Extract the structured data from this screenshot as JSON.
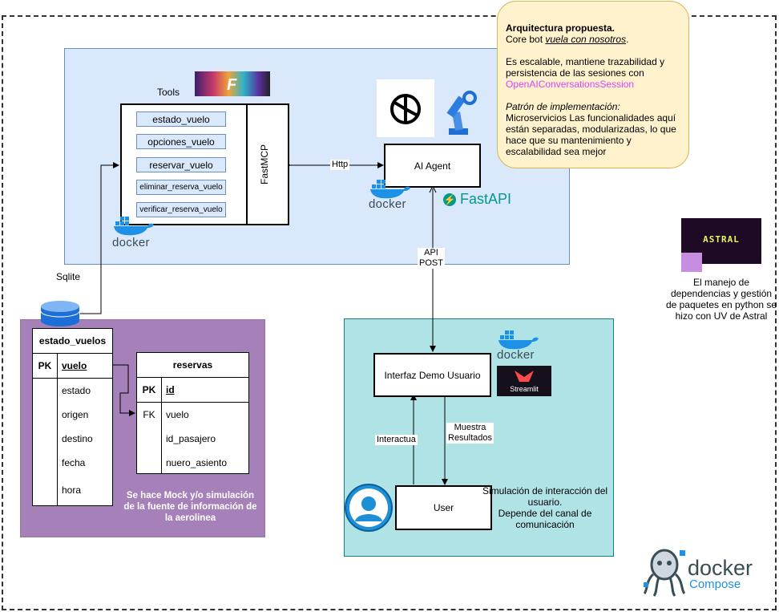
{
  "note": {
    "title": "Arquitectura propuesta.",
    "line1_prefix": "Core bot ",
    "line1_em": "vuela con nosotros",
    "line1_suffix": ".",
    "para2": "Es escalable, mantiene trazabilidad y persistencia de las sesiones con ",
    "para2_link": "OpenAIConversationsSession",
    "para3_em": "Patrón de implementación:",
    "para3_rest": " Microservicios Las funcionalidades aquí están separadas, modularizadas, lo que hace que su mantenimiento y escalabilidad sea mejor"
  },
  "tools": {
    "label": "Tools",
    "items": [
      "estado_vuelo",
      "opciones_vuelo",
      "reservar_vuelo",
      "eliminar_reserva_vuelo",
      "verificar_reserva_vuelo"
    ],
    "server_label": "FastMCP"
  },
  "agent": {
    "label": "AI Agent",
    "framework": "FastAPI"
  },
  "edges": {
    "http": "Http",
    "api_post": "API\nPOST",
    "sqlite": "Sqlite",
    "interactua": "Interactua",
    "muestra": "Muestra\nResultados"
  },
  "docker_word": "docker",
  "db": {
    "estado_vuelos": {
      "title": "estado_vuelos",
      "pk_key": "PK",
      "pk_field": "vuelo",
      "fields": [
        "estado",
        "origen",
        "destino",
        "fecha",
        "hora"
      ]
    },
    "reservas": {
      "title": "reservas",
      "pk_key": "PK",
      "pk_field": "id",
      "fk_key": "FK",
      "fields": [
        "vuelo",
        "id_pasajero",
        "nuero_asiento"
      ]
    },
    "mock_text": "Se hace Mock y/o simulación de la fuente de información de la aerolinea"
  },
  "frontend": {
    "interface_label": "Interfaz Demo Usuario",
    "streamlit": "Streamlit",
    "user_label": "User",
    "simulation_text": "Simulación de interacción del usuario.\nDepende del canal de comunicación"
  },
  "astral": {
    "logo_text": "ASTRAL",
    "caption": "El manejo de dependencias y gestión de paquetes en python se hizo con UV de Astral"
  },
  "compose": {
    "word": "docker",
    "sub": "Compose"
  },
  "colors": {
    "blue_zone": "#dae8fc",
    "purple_zone": "#a680b8",
    "teal_zone": "#b0e3e6",
    "note_bg": "#fff2cc",
    "docker_blue": "#1d91e6",
    "fastapi_green": "#05998b",
    "link_pink": "#e040fb"
  }
}
